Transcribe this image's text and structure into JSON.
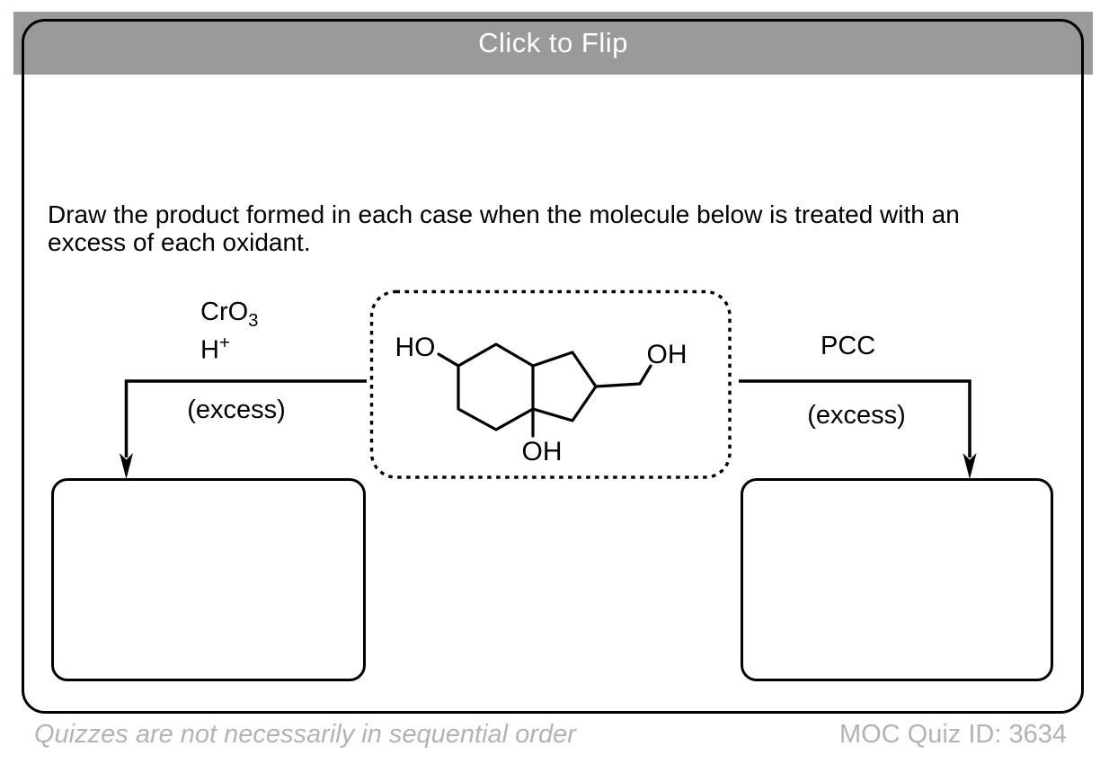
{
  "header": {
    "title": "Click to Flip",
    "bar_color": "#9a9a9a",
    "title_color": "#ffffff"
  },
  "question": {
    "line1": "Draw the product formed in each case when the molecule below is treated with an",
    "line2": "excess of each oxidant."
  },
  "left_reaction": {
    "oxidant": "CrO",
    "oxidant_subscript": "3",
    "acid": "H",
    "acid_superscript": "+",
    "amount": "(excess)"
  },
  "right_reaction": {
    "oxidant": "PCC",
    "amount": "(excess)"
  },
  "molecule": {
    "hydroxyl_left": "HO",
    "hydroxyl_primary": "OH",
    "hydroxyl_tertiary": "OH"
  },
  "footer": {
    "note": "Quizzes are not necessarily in sequential order",
    "quiz_id": "MOC Quiz ID: 3634",
    "text_color": "#b3b3b3"
  },
  "colors": {
    "ink": "#000000"
  }
}
